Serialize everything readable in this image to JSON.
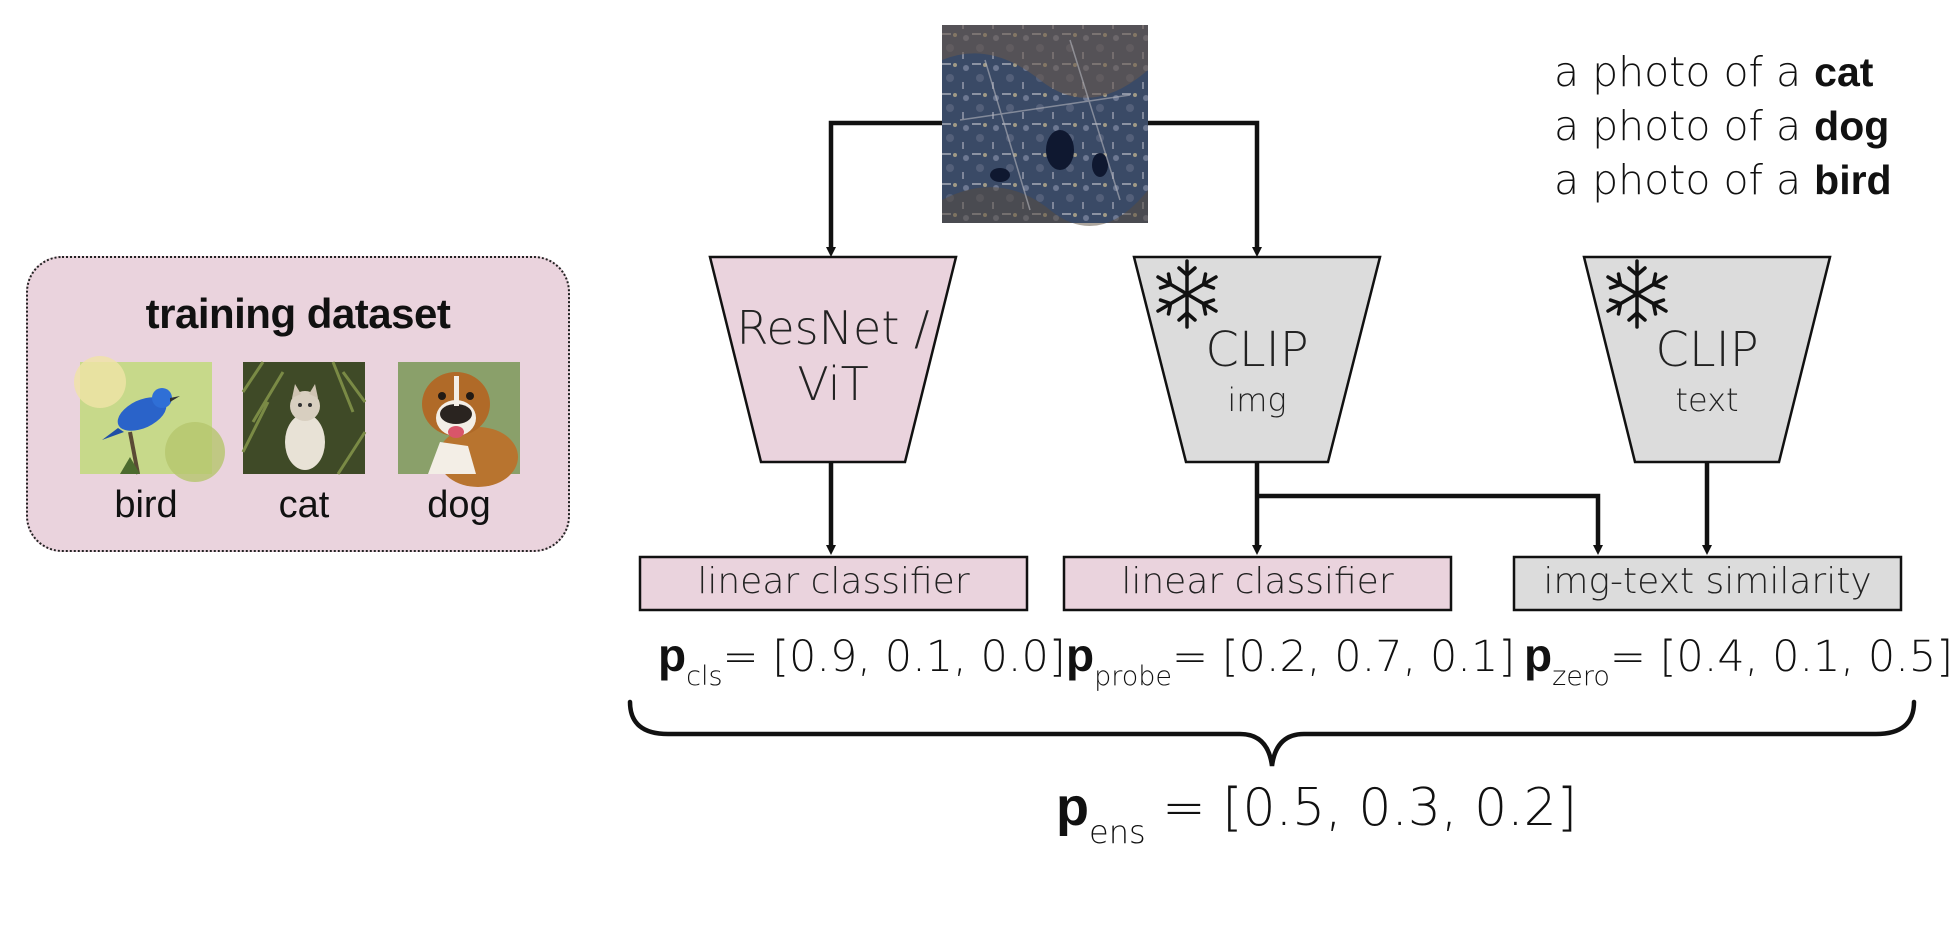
{
  "colors": {
    "trainable": "#ead3dd",
    "frozen": "#dcdcdc",
    "stroke": "#111111"
  },
  "dataset": {
    "title": "training dataset",
    "items": [
      {
        "label": "bird",
        "image": "bird-photo"
      },
      {
        "label": "cat",
        "image": "cat-photo"
      },
      {
        "label": "dog",
        "image": "dog-photo"
      }
    ]
  },
  "input_image": "satellite-image",
  "prompts": [
    {
      "prefix": "a photo of a ",
      "word": "cat"
    },
    {
      "prefix": "a photo of a ",
      "word": "dog"
    },
    {
      "prefix": "a photo of a ",
      "word": "bird"
    }
  ],
  "models": {
    "resnet": {
      "line1": "ResNet /",
      "line2": "ViT"
    },
    "clip_img": {
      "title": "CLIP",
      "subtitle": "img",
      "icon": "snowflake-icon"
    },
    "clip_text": {
      "title": "CLIP",
      "subtitle": "text",
      "icon": "snowflake-icon"
    }
  },
  "heads": {
    "cls": "linear classifier",
    "probe": "linear classifier",
    "zero": "img-text similarity"
  },
  "probs": {
    "cls": {
      "symbol": "p",
      "sub": "cls",
      "value": "= [0.9, 0.1, 0.0]"
    },
    "probe": {
      "symbol": "p",
      "sub": "probe",
      "value": "= [0.2, 0.7, 0.1]"
    },
    "zero": {
      "symbol": "p",
      "sub": "zero",
      "value": "= [0.4, 0.1, 0.5]"
    },
    "ens": {
      "symbol": "p",
      "sub": "ens",
      "value": " = [0.5, 0.3, 0.2]"
    }
  }
}
